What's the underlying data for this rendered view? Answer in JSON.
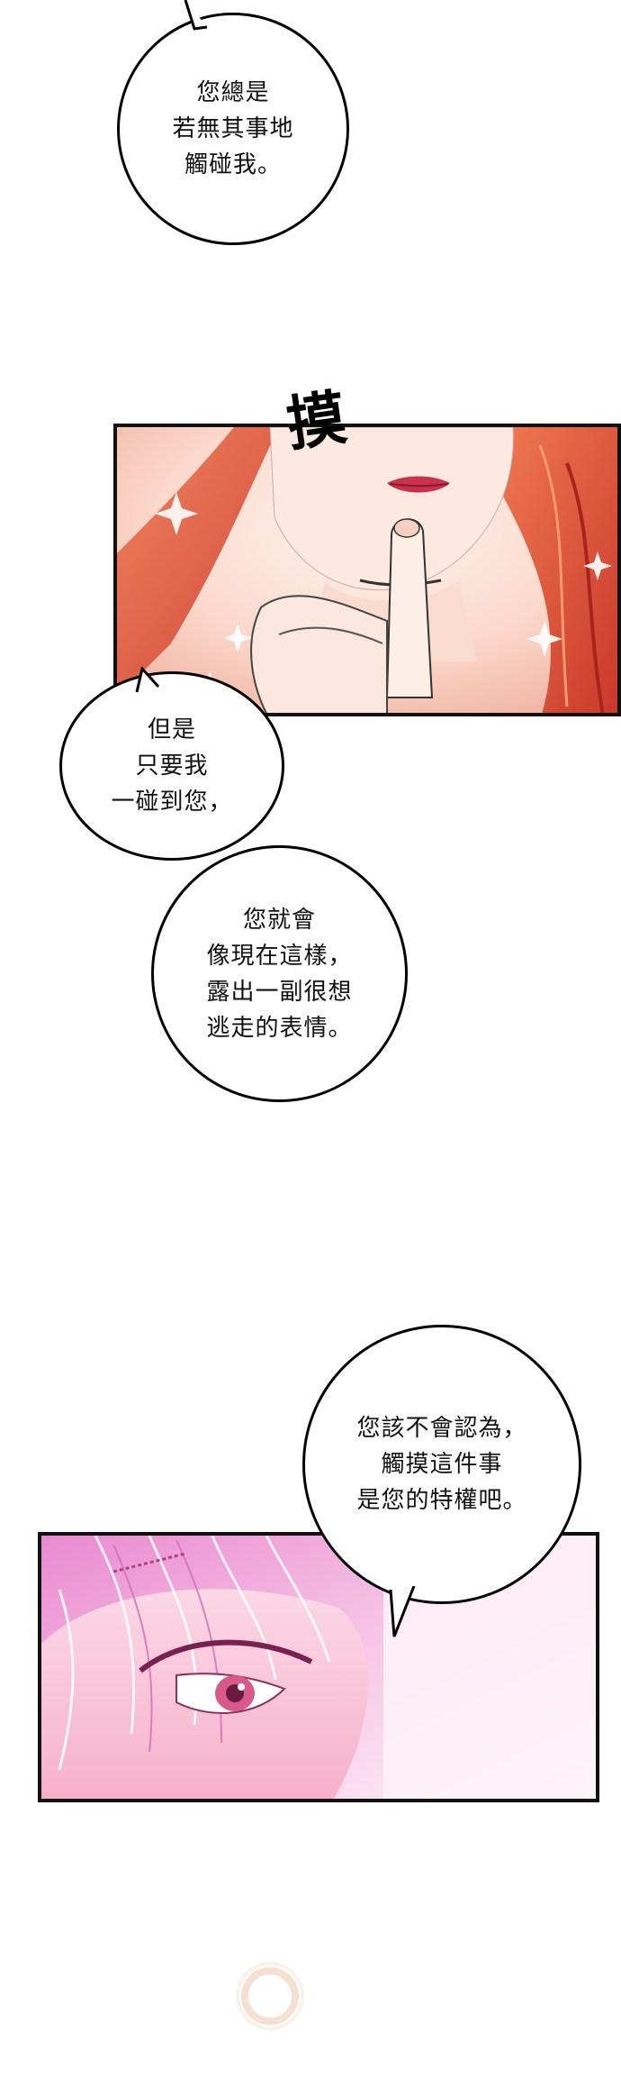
{
  "bubbles": [
    {
      "lines": [
        "您總是",
        "若無其事地",
        "觸碰我。"
      ]
    },
    {
      "lines": [
        "但是",
        "只要我",
        "一碰到您，"
      ]
    },
    {
      "lines": [
        "您就會",
        "像現在這樣，",
        "露出一副很想",
        "逃走的表情。"
      ]
    },
    {
      "lines": [
        "您該不會認為，",
        "觸摸這件事",
        "是您的特權吧。"
      ]
    }
  ],
  "sfx": {
    "text": "摸"
  },
  "colors": {
    "hair_red": "#e0523a",
    "skin": "#fbe3d6",
    "lips": "#c8324a",
    "pink_panel": "#f4b6dc"
  }
}
